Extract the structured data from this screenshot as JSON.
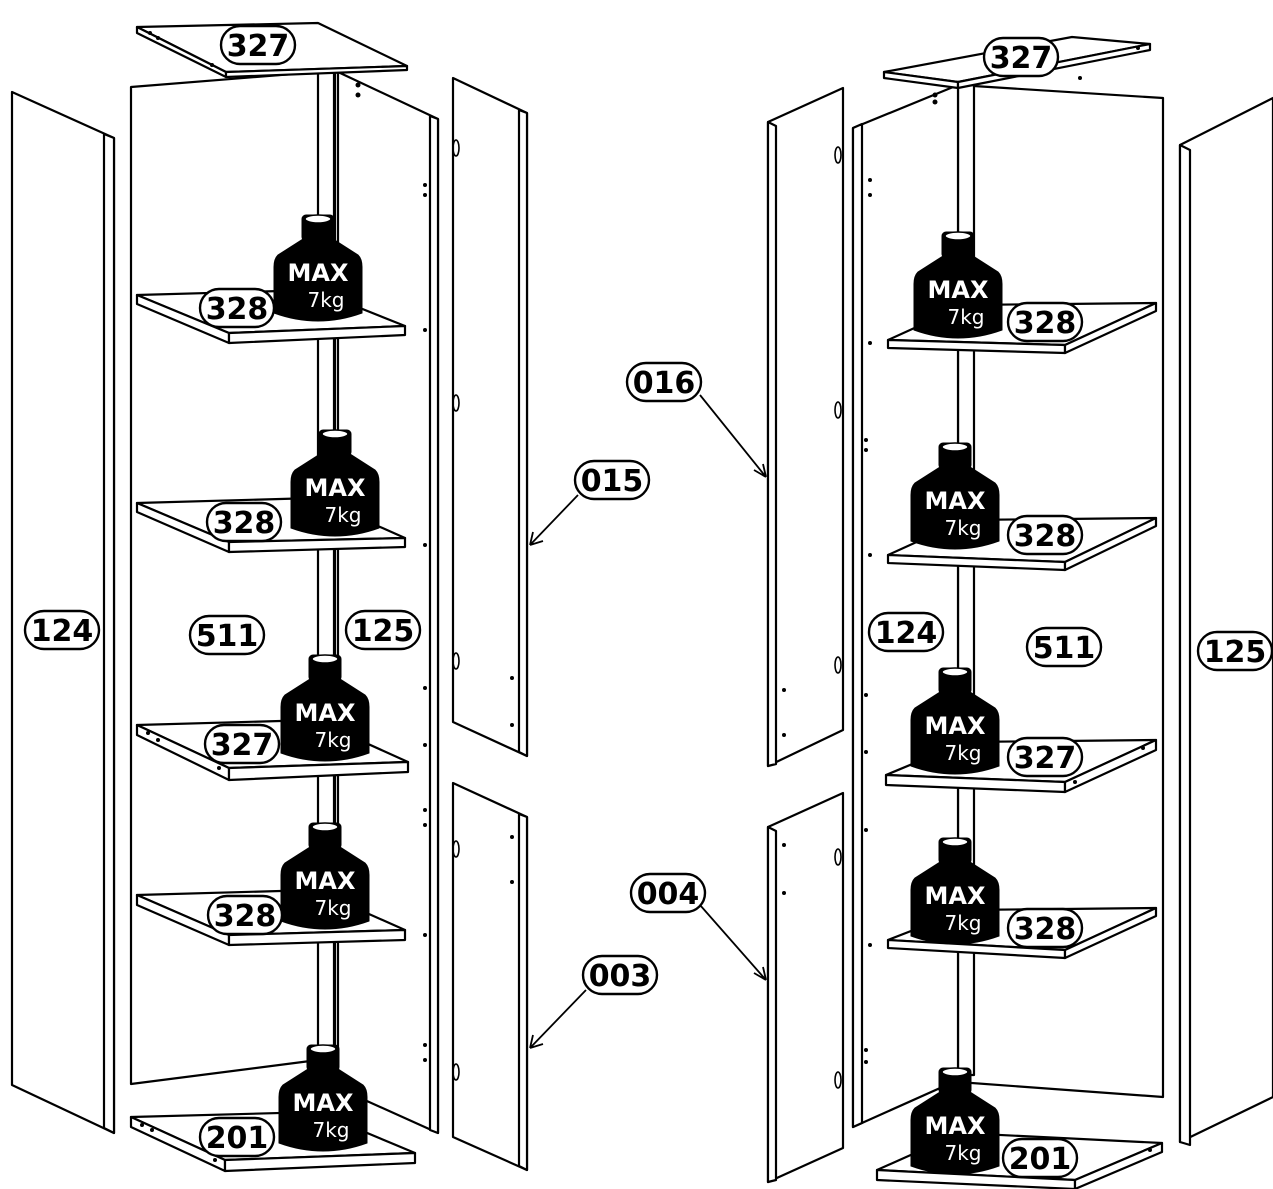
{
  "left_assembly": {
    "top_label": "327",
    "side_left_label": "124",
    "back_label": "511",
    "side_right_label": "125",
    "door_upper_label": "015",
    "door_lower_label": "003",
    "shelves": [
      {
        "label": "328",
        "weight_max": "MAX",
        "weight_kg": "7kg"
      },
      {
        "label": "328",
        "weight_max": "MAX",
        "weight_kg": "7kg"
      },
      {
        "label": "327",
        "weight_max": "MAX",
        "weight_kg": "7kg"
      },
      {
        "label": "328",
        "weight_max": "MAX",
        "weight_kg": "7kg"
      }
    ],
    "bottom": {
      "label": "201",
      "weight_max": "MAX",
      "weight_kg": "7kg"
    }
  },
  "right_assembly": {
    "top_label": "327",
    "side_left_label": "124",
    "back_label": "511",
    "side_right_label": "125",
    "door_upper_label": "016",
    "door_lower_label": "004",
    "shelves": [
      {
        "label": "328",
        "weight_max": "MAX",
        "weight_kg": "7kg"
      },
      {
        "label": "328",
        "weight_max": "MAX",
        "weight_kg": "7kg"
      },
      {
        "label": "327",
        "weight_max": "MAX",
        "weight_kg": "7kg"
      },
      {
        "label": "328",
        "weight_max": "MAX",
        "weight_kg": "7kg"
      }
    ],
    "bottom": {
      "label": "201",
      "weight_max": "MAX",
      "weight_kg": "7kg"
    }
  }
}
